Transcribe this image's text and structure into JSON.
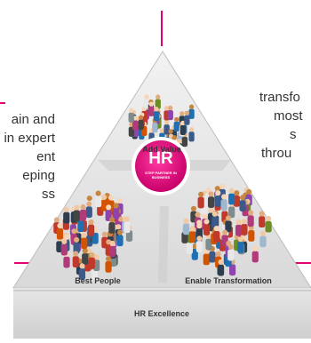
{
  "diagram": {
    "add_value_label": "Add Value",
    "best_people_label": "Best People",
    "enable_transformation_label": "Enable Transformation",
    "hr_excellence_label": "HR Excellence",
    "center_title": "HR",
    "center_subtitle": "STEP PARTNER IN BUSINESS",
    "accent_color": "#e20074"
  },
  "left_text_lines": [
    "ain and",
    "in expert",
    "ent",
    "eping",
    "ss"
  ],
  "right_text_lines": [
    "transfo",
    "most",
    "s",
    "throu"
  ]
}
